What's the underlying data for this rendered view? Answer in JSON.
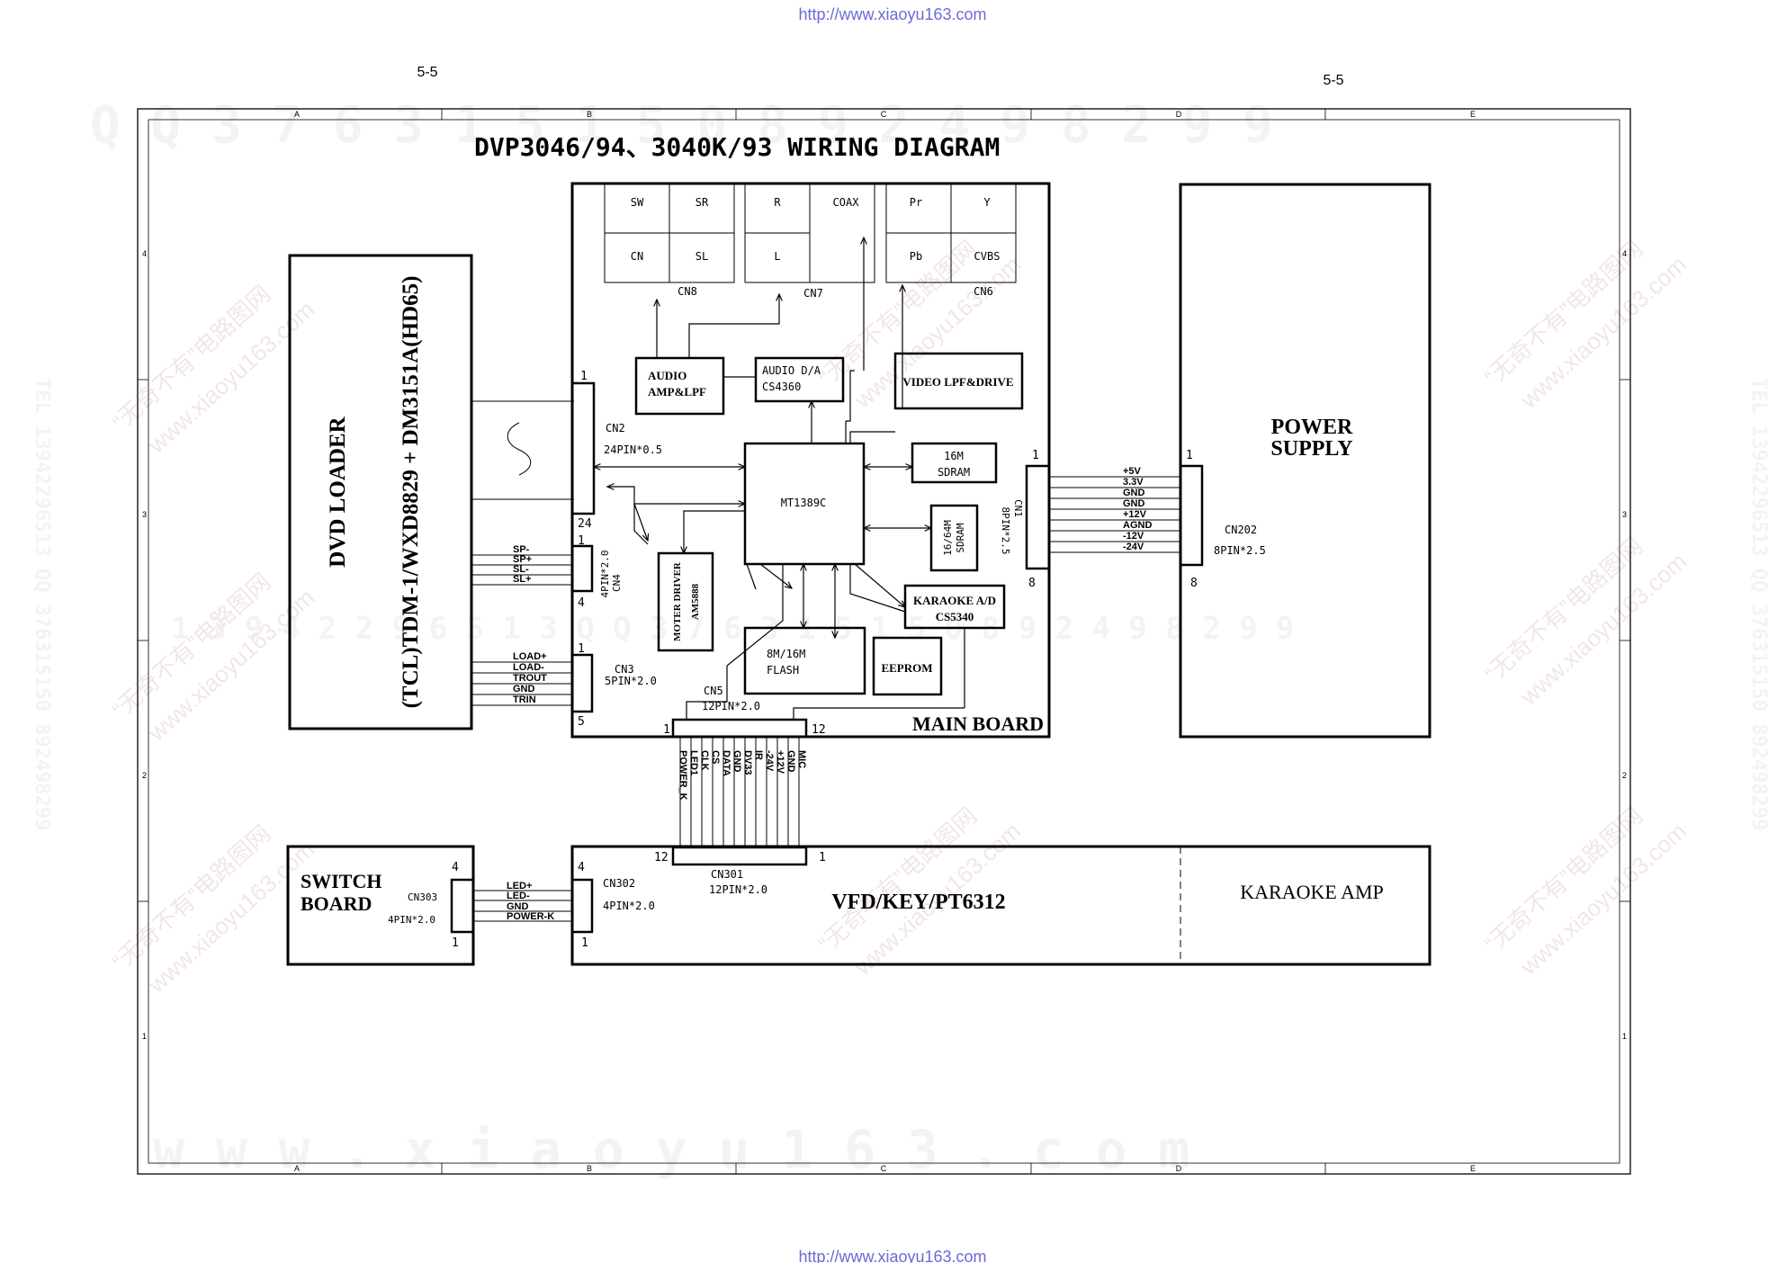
{
  "header": {
    "url_top": "http://www.xiaoyu163.com",
    "url_bottom": "http://www.xiaoyu163.com",
    "page_left": "5-5",
    "page_right": "5-5"
  },
  "frame": {
    "columns": [
      "A",
      "B",
      "C",
      "D",
      "E"
    ],
    "rows_left": [
      "4",
      "3",
      "2",
      "1"
    ],
    "rows_right": [
      "4",
      "3",
      "2",
      "1"
    ]
  },
  "title": "DVP3046/94、3040K/93 WIRING DIAGRAM",
  "watermark": {
    "top_digits": "Q Q 3 7 6 3 1 5 1 5 0   8 9 2 4 9 8 2 9 9",
    "mid_digits": "1 3 9 4 2 2 9 6 5 1 3   Q Q 3 7 6 3 1 5 1 5 0   8 9 2 4 9 8 2 9 9",
    "bottom_text": "w w w . x i a o y u 1 6 3 . c o m",
    "tag_cn": "“无奇不有”电路图网",
    "tag_url": "www.xiaoyu163.com",
    "side_left": "TEL 13942296513  QQ 376315150  892498299",
    "side_right": "TEL 13942296513  QQ 376315150  892498299"
  },
  "dvd_loader": {
    "title": "DVD  LOADER",
    "model": "(TCL)TDM-1/WXD8829 + DM3151A(HD65)"
  },
  "main_board": {
    "label": "MAIN BOARD",
    "jacks": {
      "cn8": [
        "SW",
        "SR",
        "CN",
        "SL"
      ],
      "cn8_label": "CN8",
      "cn7": [
        "R",
        "COAX",
        "L",
        ""
      ],
      "cn7_label": "CN7",
      "cn6": [
        "Pr",
        "Y",
        "Pb",
        "CVBS"
      ],
      "cn6_label": "CN6"
    },
    "audio_amp": [
      "AUDIO",
      "AMP&LPF"
    ],
    "audio_da": [
      "AUDIO   D/A",
      "CS4360"
    ],
    "video": "VIDEO LPF&DRIVE",
    "cpu": "MT1389C",
    "sdram16": [
      "16M",
      "SDRAM"
    ],
    "sdram1664": [
      "16/64M",
      "SDRAM"
    ],
    "motor": [
      "MOTER DRIVER",
      "AM5888"
    ],
    "karaoke_ad": [
      "KARAOKE A/D",
      "CS5340"
    ],
    "flash": [
      "8M/16M",
      "FLASH"
    ],
    "eeprom": "EEPROM",
    "cn2": {
      "name": "CN2",
      "spec": "24PIN*0.5",
      "pin_first": "1",
      "pin_last": "24"
    },
    "cn4": {
      "name": "CN4",
      "spec": "4PIN*2.0",
      "pin_first": "1",
      "pin_last": "4"
    },
    "cn3": {
      "name": "CN3",
      "spec": "5PIN*2.0",
      "pin_first": "1",
      "pin_last": "5"
    },
    "cn5": {
      "name": "CN5",
      "spec": "12PIN*2.0",
      "pin_first": "1",
      "pin_last": "12"
    },
    "cn1": {
      "name": "CN1",
      "spec": "8PIN*2.5",
      "pin_first": "1",
      "pin_last": "8"
    }
  },
  "loader_sp_signals": [
    "SP-",
    "SP+",
    "SL-",
    "SL+"
  ],
  "loader_load_signals": [
    "LOAD+",
    "LOAD-",
    "TROUT",
    "GND",
    "TRIN"
  ],
  "cn5_signals": [
    "POWER_K",
    "LED1",
    "CLK",
    "CS",
    "DATA",
    "GND",
    "DV33",
    "IR",
    "-24V",
    "+12V",
    "GND",
    "MIC"
  ],
  "power_signals": [
    "+5V",
    "3.3V",
    "GND",
    "GND",
    "+12V",
    "AGND",
    "-12V",
    "-24V"
  ],
  "power_supply": {
    "title": [
      "POWER",
      "SUPPLY"
    ],
    "cn202": {
      "name": "CN202",
      "spec": "8PIN*2.5",
      "pin_first": "1",
      "pin_last": "8"
    }
  },
  "switch_board": {
    "title": [
      "SWITCH",
      "BOARD"
    ],
    "cn303": {
      "name": "CN303",
      "spec": "4PIN*2.0",
      "pin_first": "4",
      "pin_last": "1"
    }
  },
  "switch_signals": [
    "LED+",
    "LED-",
    "GND",
    "POWER-K"
  ],
  "vfd_board": {
    "title": "VFD/KEY/PT6312",
    "karaoke_amp": "KARAOKE AMP",
    "cn302": {
      "name": "CN302",
      "spec": "4PIN*2.0",
      "pin_first": "4",
      "pin_last": "1"
    },
    "cn301": {
      "name": "CN301",
      "spec": "12PIN*2.0",
      "pin_first": "12",
      "pin_last": "1"
    }
  }
}
